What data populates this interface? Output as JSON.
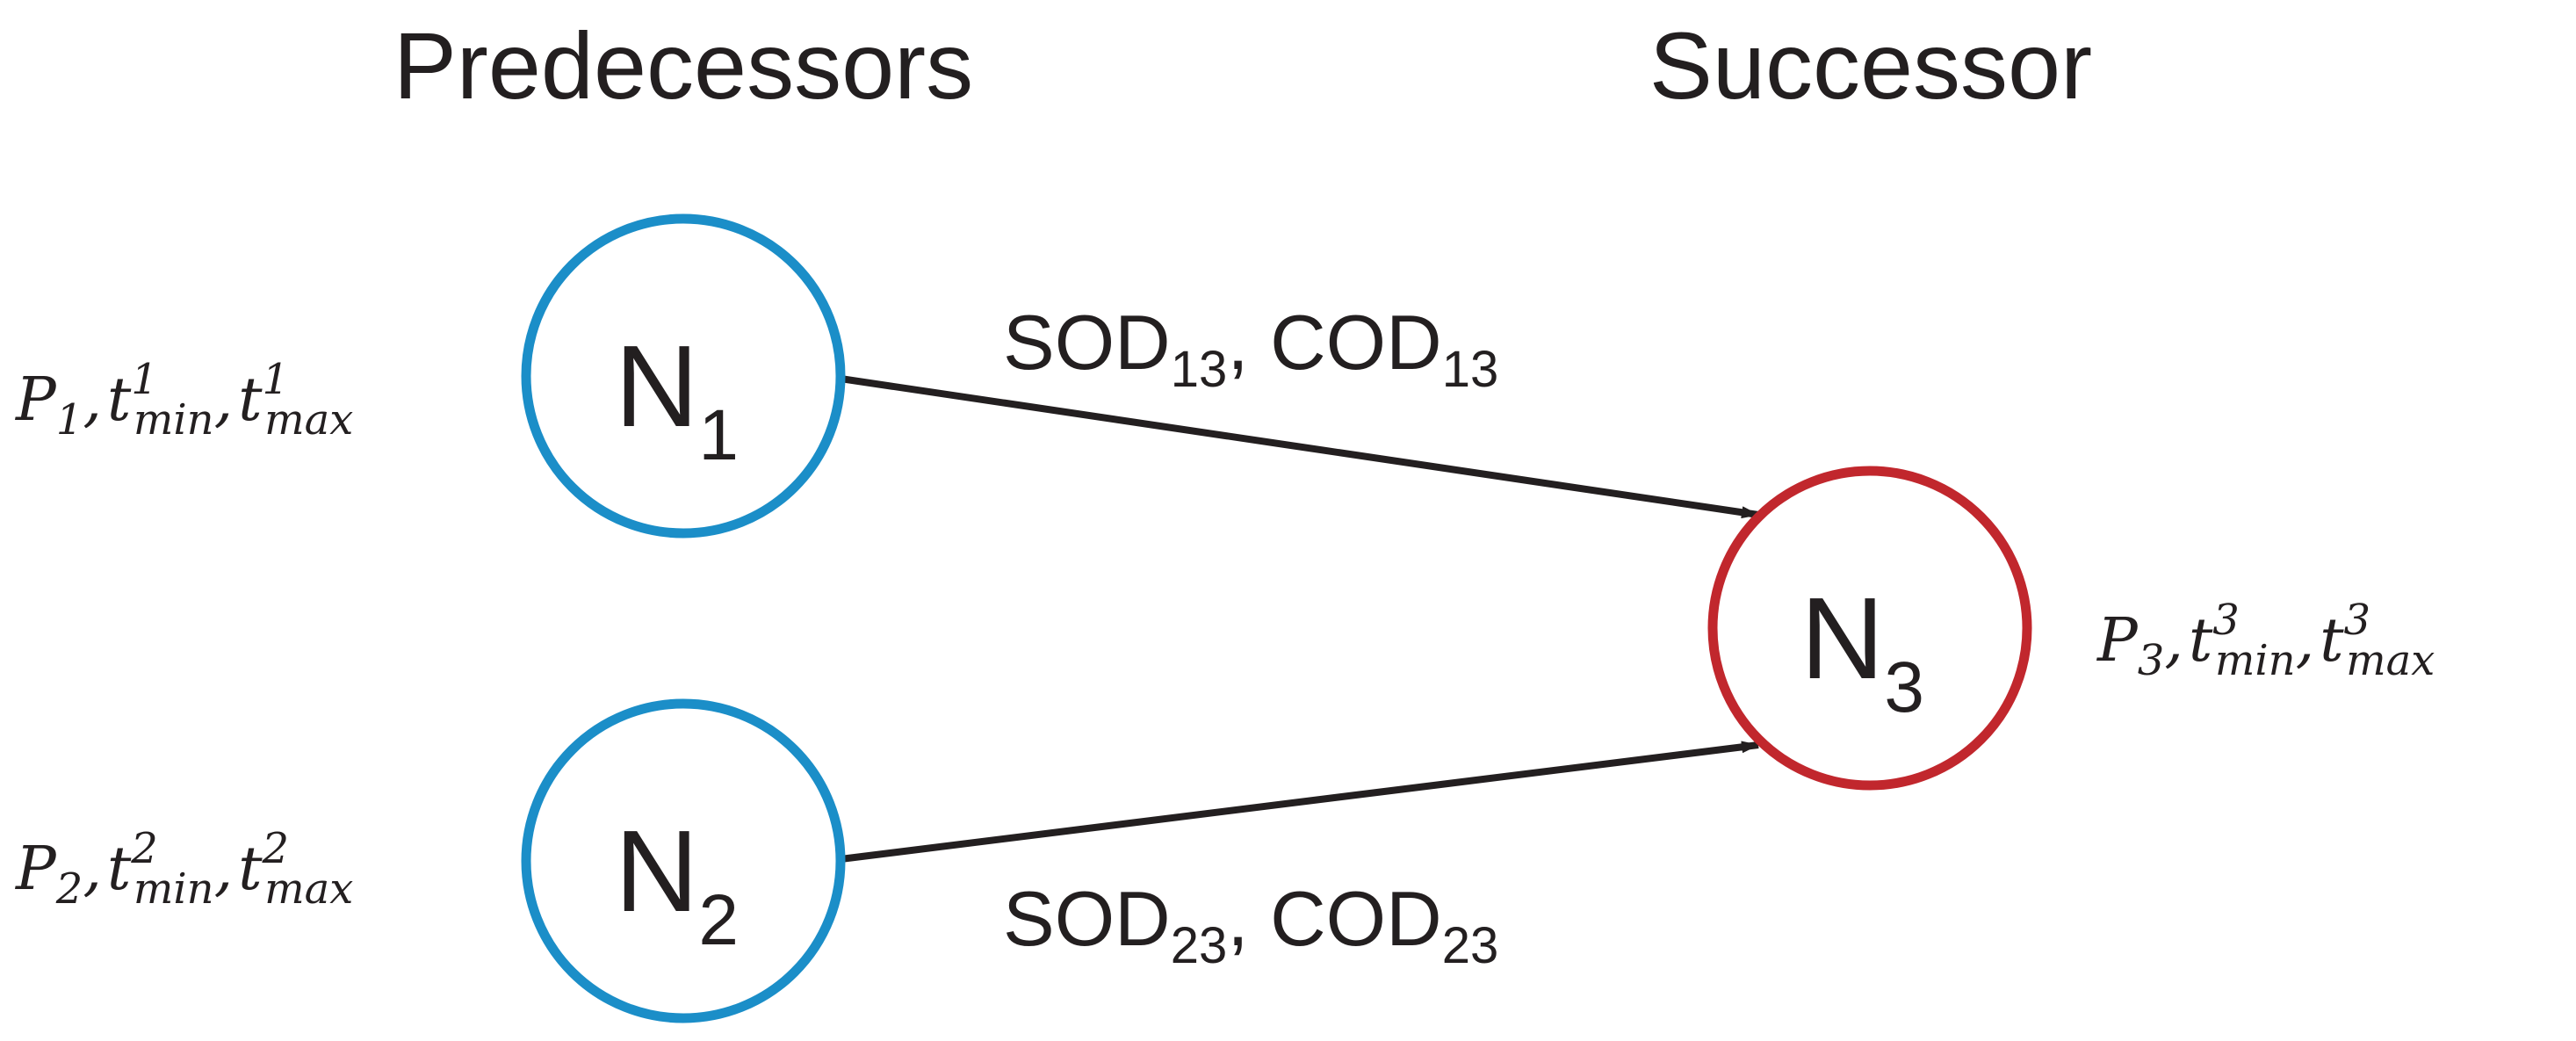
{
  "headings": {
    "left": "Predecessors",
    "right": "Successor"
  },
  "colors": {
    "predecessor_stroke": "#1b8ec8",
    "successor_stroke": "#c1272d",
    "arrow": "#231f20",
    "text": "#231f20"
  },
  "nodes": [
    {
      "id": "N1",
      "letter": "N",
      "index": "1",
      "role": "predecessor",
      "params": {
        "p": "P",
        "p_index": "1",
        "comma": ",",
        "t": "t",
        "min_sup": "1",
        "min_sub": "min",
        "max_sup": "1",
        "max_sub": "max"
      }
    },
    {
      "id": "N2",
      "letter": "N",
      "index": "2",
      "role": "predecessor",
      "params": {
        "p": "P",
        "p_index": "2",
        "comma": ",",
        "t": "t",
        "min_sup": "2",
        "min_sub": "min",
        "max_sup": "2",
        "max_sub": "max"
      }
    },
    {
      "id": "N3",
      "letter": "N",
      "index": "3",
      "role": "successor",
      "params": {
        "p": "P",
        "p_index": "3",
        "comma": ",",
        "t": "t",
        "min_sup": "3",
        "min_sub": "min",
        "max_sup": "3",
        "max_sub": "max"
      }
    }
  ],
  "edges": [
    {
      "from": "N1",
      "to": "N3",
      "label": {
        "a": "SOD",
        "a_sub": "13",
        "sep": ", ",
        "b": "COD",
        "b_sub": "13"
      }
    },
    {
      "from": "N2",
      "to": "N3",
      "label": {
        "a": "SOD",
        "a_sub": "23",
        "sep": ", ",
        "b": "COD",
        "b_sub": "23"
      }
    }
  ]
}
